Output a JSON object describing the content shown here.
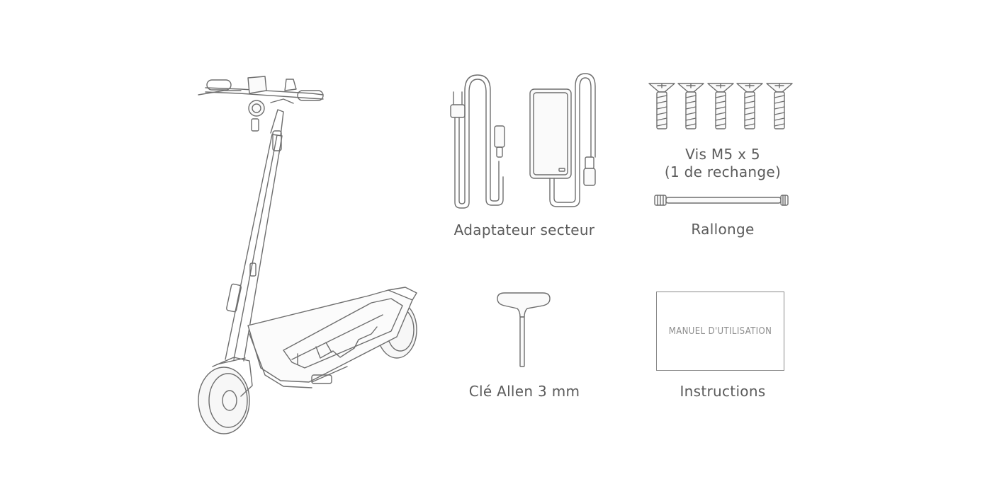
{
  "items": {
    "adapter_label": "Adaptateur secteur",
    "screws_label_line1": "Vis M5 x 5",
    "screws_label_line2": "(1 de rechange)",
    "extension_label": "Rallonge",
    "allen_key_label": "Clé Allen 3 mm",
    "instructions_label": "Instructions",
    "manual_cover_text": "MANUEL D'UTILISATION"
  },
  "icons": {
    "scooter": "electric-scooter-icon",
    "power_cord": "power-cord-icon",
    "charger": "charger-brick-icon",
    "screw": "screw-icon",
    "extension": "valve-extension-icon",
    "allen_key": "allen-key-icon",
    "manual": "manual-icon"
  },
  "colors": {
    "line": "#6e6e6e",
    "text": "#5b5b5b",
    "fill": "#f2f2f2"
  }
}
